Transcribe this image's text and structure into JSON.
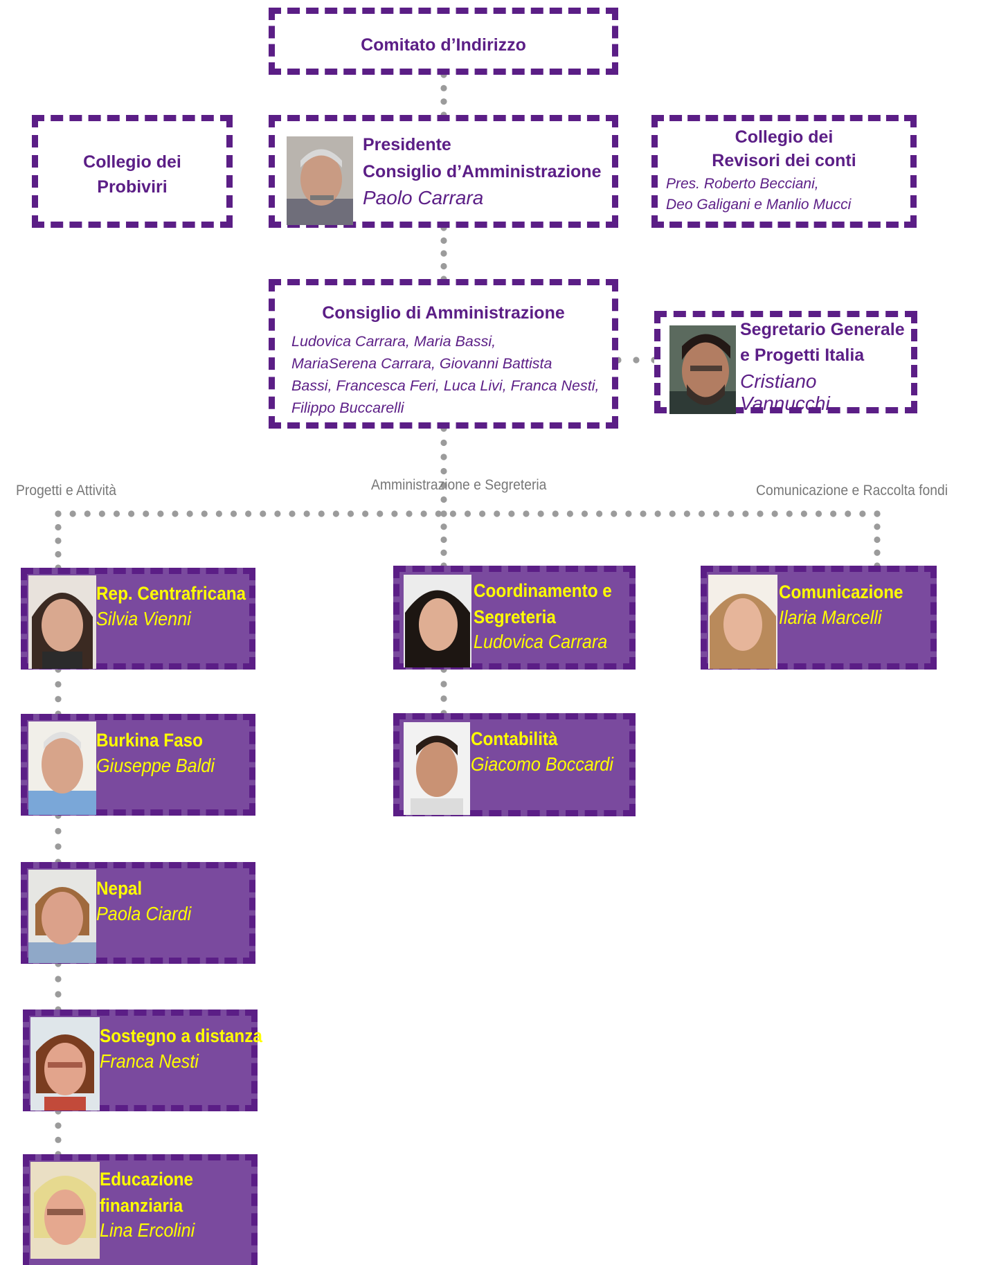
{
  "colors": {
    "border": "#5b1e86",
    "box_fill": "#7a4a9e",
    "accent_text": "#ffff00",
    "dots": "#9b9b9b"
  },
  "top": {
    "comitato": "Comitato d’Indirizzo",
    "probiviri": [
      "Collegio dei",
      "Probiviri"
    ],
    "presidente": {
      "role1": "Presidente",
      "role2": "Consiglio d’Amministrazione",
      "name": "Paolo Carrara"
    },
    "revisori": {
      "title1": "Collegio dei",
      "title2": "Revisori dei conti",
      "names1": "Pres. Roberto Becciani,",
      "names2": "Deo Galigani e Manlio Mucci"
    },
    "consiglio": {
      "title": "Consiglio di Amministrazione",
      "members": [
        "Ludovica Carrara, Maria Bassi,",
        "MariaSerena Carrara, Giovanni Battista",
        "Bassi, Francesca Feri, Luca Livi, Franca Nesti,",
        "Filippo Buccarelli"
      ]
    },
    "segretario": {
      "role1": "Segretario Generale",
      "role2": "e Progetti Italia",
      "name": "Cristiano Vannucchi"
    }
  },
  "branches": {
    "left": "Progetti e Attività",
    "center": "Amministrazione e Segreteria",
    "right": "Comunicazione e Raccolta fondi"
  },
  "units": {
    "rca": {
      "role": "Rep. Centrafricana",
      "name": "Silvia Vienni"
    },
    "burkina": {
      "role": "Burkina Faso",
      "name": "Giuseppe Baldi"
    },
    "nepal": {
      "role": "Nepal",
      "name": "Paola Ciardi"
    },
    "sostegno": {
      "role": "Sostegno a distanza",
      "name": "Franca Nesti"
    },
    "educazione": {
      "role1": "Educazione",
      "role2": "finanziaria",
      "name": "Lina Ercolini"
    },
    "coordinamento": {
      "role1": "Coordinamento e",
      "role2": "Segreteria",
      "name": "Ludovica Carrara"
    },
    "contabilita": {
      "role": "Contabilità",
      "name": "Giacomo Boccardi"
    },
    "comunicazione": {
      "role": "Comunicazione",
      "name": "Ilaria Marcelli"
    }
  }
}
